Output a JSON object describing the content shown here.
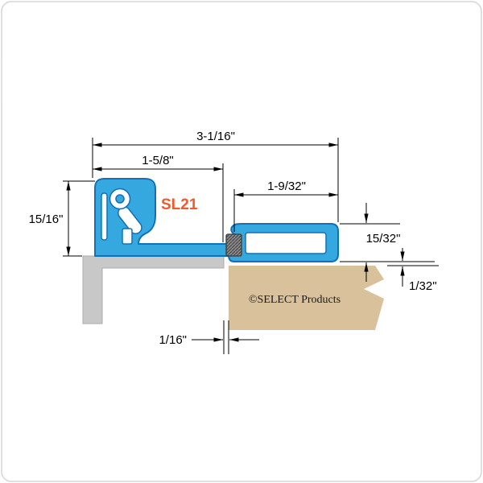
{
  "product": {
    "model": "SL21",
    "copyright": "©SELECT Products"
  },
  "dimensions": {
    "overall_width": "3-1/16\"",
    "frame_leaf_width": "1-5/8\"",
    "door_leaf_width": "1-9/32\"",
    "frame_side_height": "15/16\"",
    "door_side_height": "15/32\"",
    "door_top_gap": "1/32\"",
    "frame_door_clearance": "1/16\""
  },
  "colors": {
    "hinge_fill": "#35A8E0",
    "hinge_outline": "#1070B8",
    "frame_gray": "#C8C8C8",
    "door_tan": "#D8C19B",
    "model_label_orange": "#F15A29",
    "dimension_lines": "#000000",
    "screw_gray": "#8A8A8A"
  }
}
